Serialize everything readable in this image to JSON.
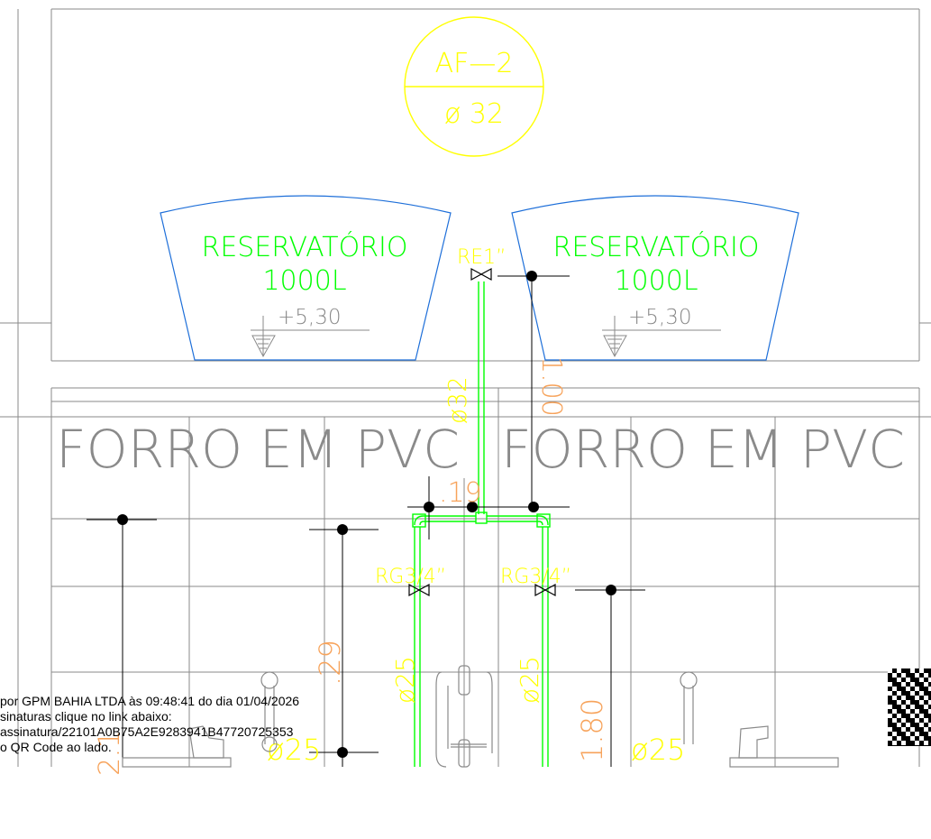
{
  "drawing": {
    "af_tag": "AF—2",
    "af_diameter": "ø 32",
    "reservoir_left": {
      "name": "RESERVATÓRIO",
      "capacity": "1000L",
      "level": "+5,30"
    },
    "reservoir_right": {
      "name": "RESERVATÓRIO",
      "capacity": "1000L",
      "level": "+5,30"
    },
    "valve_top": "RE1”",
    "valve_left": "RG3/4”",
    "valve_right": "RG3/4”",
    "ceiling_left": "FORRO EM PVC",
    "ceiling_right": "FORRO EM PVC",
    "pipe_main": "ø32",
    "dim_top": "1.00",
    "dim_small": ".19",
    "dim_left_a": ".29",
    "dim_left_b": "2.1",
    "dim_right": "1.80",
    "pipe_left": "ø25",
    "pipe_right": "ø25",
    "pipe_bottom_left": "ø25",
    "pipe_bottom_right": "ø25"
  },
  "stamp": {
    "line1": "por GPM BAHIA LTDA às 09:48:41 do dia 01/04/2026",
    "line2": "sinaturas clique no link abaixo:",
    "line3": "assinatura/22101A0B75A2E9283941B47720725353",
    "line4": "o QR Code ao lado."
  },
  "colors": {
    "yellow": "#ffff00",
    "green": "#00ff00",
    "orange": "#f7a35b",
    "blue": "#1e6fd9",
    "line": "#8a8a8a"
  }
}
